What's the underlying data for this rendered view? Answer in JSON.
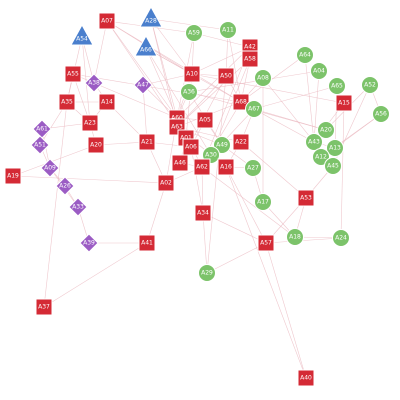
{
  "colors": {
    "red": "#d42a35",
    "green": "#7cc36a",
    "purple": "#9b5cc4",
    "blue": "#4a7fcd",
    "edge": "#e9b6be"
  },
  "shapes": {
    "red": "square",
    "green": "circle",
    "purple": "diamond",
    "blue": "triangle"
  },
  "nodes": [
    {
      "id": "A07",
      "group": "red"
    },
    {
      "id": "A28",
      "group": "blue"
    },
    {
      "id": "A54",
      "group": "blue"
    },
    {
      "id": "A66",
      "group": "blue"
    },
    {
      "id": "A59",
      "group": "green"
    },
    {
      "id": "A11",
      "group": "green"
    },
    {
      "id": "A42",
      "group": "red"
    },
    {
      "id": "A58",
      "group": "red"
    },
    {
      "id": "A64",
      "group": "green"
    },
    {
      "id": "A04",
      "group": "green"
    },
    {
      "id": "A65",
      "group": "green"
    },
    {
      "id": "A52",
      "group": "green"
    },
    {
      "id": "A55",
      "group": "red"
    },
    {
      "id": "A38",
      "group": "purple"
    },
    {
      "id": "A47",
      "group": "purple"
    },
    {
      "id": "A10",
      "group": "red"
    },
    {
      "id": "A50",
      "group": "red"
    },
    {
      "id": "A08",
      "group": "green"
    },
    {
      "id": "A36",
      "group": "green"
    },
    {
      "id": "A35",
      "group": "red"
    },
    {
      "id": "A14",
      "group": "red"
    },
    {
      "id": "A68",
      "group": "red"
    },
    {
      "id": "A67",
      "group": "green"
    },
    {
      "id": "A15",
      "group": "red"
    },
    {
      "id": "A56",
      "group": "green"
    },
    {
      "id": "A23",
      "group": "red"
    },
    {
      "id": "A60",
      "group": "red"
    },
    {
      "id": "A05",
      "group": "red"
    },
    {
      "id": "A63",
      "group": "red"
    },
    {
      "id": "A20",
      "group": "green"
    },
    {
      "id": "A61",
      "group": "purple"
    },
    {
      "id": "A51",
      "group": "purple"
    },
    {
      "id": "A20",
      "group": "red"
    },
    {
      "id": "A21",
      "group": "red"
    },
    {
      "id": "A01",
      "group": "red"
    },
    {
      "id": "A49",
      "group": "green"
    },
    {
      "id": "A22",
      "group": "red"
    },
    {
      "id": "A43",
      "group": "green"
    },
    {
      "id": "A13",
      "group": "green"
    },
    {
      "id": "A06",
      "group": "red"
    },
    {
      "id": "A30",
      "group": "green"
    },
    {
      "id": "A12",
      "group": "green"
    },
    {
      "id": "A09",
      "group": "purple"
    },
    {
      "id": "A46",
      "group": "red"
    },
    {
      "id": "A62",
      "group": "red"
    },
    {
      "id": "A16",
      "group": "red"
    },
    {
      "id": "A27",
      "group": "green"
    },
    {
      "id": "A45",
      "group": "green"
    },
    {
      "id": "A19",
      "group": "red"
    },
    {
      "id": "A26",
      "group": "purple"
    },
    {
      "id": "A02",
      "group": "red"
    },
    {
      "id": "A53",
      "group": "red"
    },
    {
      "id": "A17",
      "group": "green"
    },
    {
      "id": "A33",
      "group": "purple"
    },
    {
      "id": "A34",
      "group": "red"
    },
    {
      "id": "A18",
      "group": "green"
    },
    {
      "id": "A24",
      "group": "green"
    },
    {
      "id": "A39",
      "group": "purple"
    },
    {
      "id": "A41",
      "group": "red"
    },
    {
      "id": "A57",
      "group": "red"
    },
    {
      "id": "A29",
      "group": "green"
    },
    {
      "id": "A37",
      "group": "red"
    },
    {
      "id": "A40",
      "group": "red"
    }
  ],
  "edges": [
    [
      0,
      4
    ],
    [
      0,
      13
    ],
    [
      0,
      15
    ],
    [
      0,
      26
    ],
    [
      0,
      21
    ],
    [
      1,
      15
    ],
    [
      1,
      5
    ],
    [
      1,
      26
    ],
    [
      2,
      13
    ],
    [
      2,
      19
    ],
    [
      3,
      15
    ],
    [
      3,
      26
    ],
    [
      3,
      21
    ],
    [
      4,
      15
    ],
    [
      4,
      26
    ],
    [
      4,
      6
    ],
    [
      5,
      21
    ],
    [
      5,
      16
    ],
    [
      6,
      15
    ],
    [
      6,
      26
    ],
    [
      7,
      21
    ],
    [
      7,
      28
    ],
    [
      8,
      21
    ],
    [
      8,
      37
    ],
    [
      9,
      37
    ],
    [
      10,
      38
    ],
    [
      11,
      37
    ],
    [
      12,
      19
    ],
    [
      12,
      25
    ],
    [
      12,
      13
    ],
    [
      13,
      20
    ],
    [
      13,
      26
    ],
    [
      14,
      15
    ],
    [
      14,
      26
    ],
    [
      15,
      16
    ],
    [
      15,
      26
    ],
    [
      15,
      34
    ],
    [
      16,
      21
    ],
    [
      16,
      28
    ],
    [
      17,
      21
    ],
    [
      17,
      37
    ],
    [
      18,
      26
    ],
    [
      18,
      35
    ],
    [
      19,
      20
    ],
    [
      19,
      25
    ],
    [
      20,
      25
    ],
    [
      20,
      33
    ],
    [
      21,
      22
    ],
    [
      21,
      28
    ],
    [
      21,
      37
    ],
    [
      21,
      44
    ],
    [
      22,
      36
    ],
    [
      22,
      40
    ],
    [
      23,
      37
    ],
    [
      23,
      15
    ],
    [
      24,
      41
    ],
    [
      25,
      32
    ],
    [
      25,
      30
    ],
    [
      26,
      27
    ],
    [
      26,
      34
    ],
    [
      26,
      44
    ],
    [
      26,
      50
    ],
    [
      27,
      39
    ],
    [
      28,
      35
    ],
    [
      28,
      45
    ],
    [
      29,
      37
    ],
    [
      29,
      22
    ],
    [
      30,
      31
    ],
    [
      30,
      42
    ],
    [
      31,
      42
    ],
    [
      32,
      33
    ],
    [
      32,
      48
    ],
    [
      33,
      39
    ],
    [
      33,
      50
    ],
    [
      34,
      39
    ],
    [
      34,
      43
    ],
    [
      35,
      40
    ],
    [
      36,
      51
    ],
    [
      36,
      45
    ],
    [
      37,
      38
    ],
    [
      37,
      41
    ],
    [
      38,
      47
    ],
    [
      39,
      43
    ],
    [
      40,
      45
    ],
    [
      41,
      47
    ],
    [
      42,
      49
    ],
    [
      42,
      53
    ],
    [
      43,
      44
    ],
    [
      44,
      50
    ],
    [
      44,
      54
    ],
    [
      45,
      46
    ],
    [
      45,
      59
    ],
    [
      46,
      52
    ],
    [
      47,
      51
    ],
    [
      48,
      50
    ],
    [
      49,
      53
    ],
    [
      50,
      58
    ],
    [
      51,
      55
    ],
    [
      51,
      59
    ],
    [
      52,
      55
    ],
    [
      53,
      57
    ],
    [
      54,
      60
    ],
    [
      54,
      59
    ],
    [
      55,
      56
    ],
    [
      56,
      59
    ],
    [
      57,
      58
    ],
    [
      58,
      61
    ],
    [
      59,
      62
    ],
    [
      60,
      59
    ],
    [
      61,
      19
    ],
    [
      62,
      45
    ],
    [
      0,
      34
    ],
    [
      3,
      40
    ],
    [
      6,
      44
    ],
    [
      10,
      22
    ],
    [
      12,
      21
    ],
    [
      18,
      29
    ],
    [
      24,
      11
    ],
    [
      28,
      36
    ],
    [
      31,
      19
    ],
    [
      35,
      46
    ],
    [
      38,
      24
    ],
    [
      43,
      16
    ],
    [
      47,
      11
    ],
    [
      52,
      17
    ],
    [
      56,
      23
    ],
    [
      60,
      16
    ],
    [
      7,
      40
    ],
    [
      9,
      18
    ],
    [
      14,
      33
    ],
    [
      2,
      25
    ],
    [
      1,
      28
    ],
    [
      27,
      35
    ],
    [
      39,
      54
    ],
    [
      44,
      55
    ]
  ]
}
